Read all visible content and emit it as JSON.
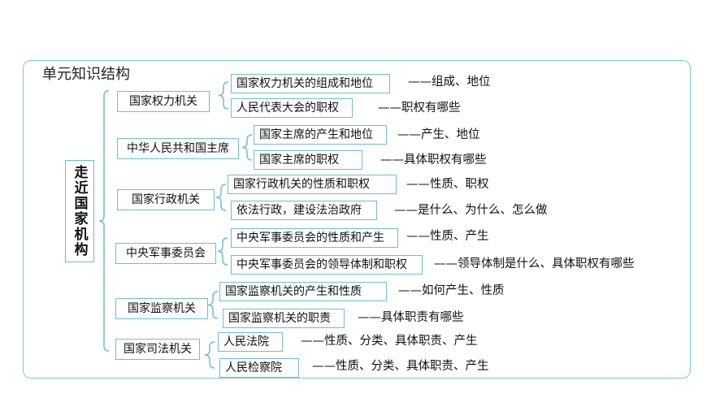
{
  "title": "单元知识结构",
  "root": "走近国家机构",
  "line_color": "#6fbcd8",
  "frame_color": "#7fc8e0",
  "categories": [
    {
      "label": "国家权力机关",
      "topics": [
        {
          "label": "国家权力机关的组成和地位",
          "note": "——组成、地位"
        },
        {
          "label": "人民代表大会的职权",
          "note": "——职权有哪些"
        }
      ]
    },
    {
      "label": "中华人民共和国主席",
      "topics": [
        {
          "label": "国家主席的产生和地位",
          "note": "——产生、地位"
        },
        {
          "label": "国家主席的职权",
          "note": "——具体职权有哪些"
        }
      ]
    },
    {
      "label": "国家行政机关",
      "topics": [
        {
          "label": "国家行政机关的性质和职权",
          "note": "——性质、职权"
        },
        {
          "label": "依法行政，建设法治政府",
          "note": "——是什么、为什么、怎么做"
        }
      ]
    },
    {
      "label": "中央军事委员会",
      "topics": [
        {
          "label": "中央军事委员会的性质和产生",
          "note": "——性质、产生"
        },
        {
          "label": "中央军事委员会的领导体制和职权",
          "note": "——领导体制是什么、具体职权有哪些"
        }
      ]
    },
    {
      "label": "国家监察机关",
      "topics": [
        {
          "label": "国家监察机关的产生和性质",
          "note": "——如何产生、性质"
        },
        {
          "label": "国家监察机关的职责",
          "note": "——具体职责有哪些"
        }
      ]
    },
    {
      "label": "国家司法机关",
      "topics": [
        {
          "label": "人民法院",
          "note": "——性质、分类、具体职责、产生"
        },
        {
          "label": "人民检察院",
          "note": "——性质、分类、具体职责、产生"
        }
      ]
    }
  ]
}
